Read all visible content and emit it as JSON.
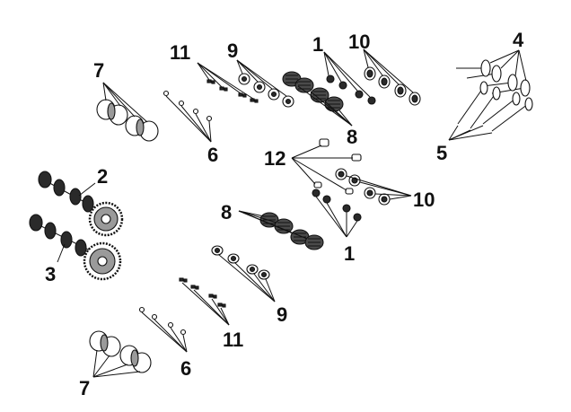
{
  "callouts": {
    "c7_top": "7",
    "c11_top": "11",
    "c9_top": "9",
    "c1_top": "1",
    "c10_top": "10",
    "c4": "4",
    "c6_top": "6",
    "c8_top": "8",
    "c5": "5",
    "c2": "2",
    "c12": "12",
    "c10_mid": "10",
    "c8_mid": "8",
    "c1_mid": "1",
    "c3": "3",
    "c9_bottom": "9",
    "c11_bottom": "11",
    "c6_bottom": "6",
    "c7_bottom": "7"
  },
  "colors": {
    "line": "#111111",
    "fill_light": "#ffffff",
    "fill_mid": "#9a9a9a",
    "fill_dark": "#2a2a2a",
    "background": "#ffffff"
  }
}
